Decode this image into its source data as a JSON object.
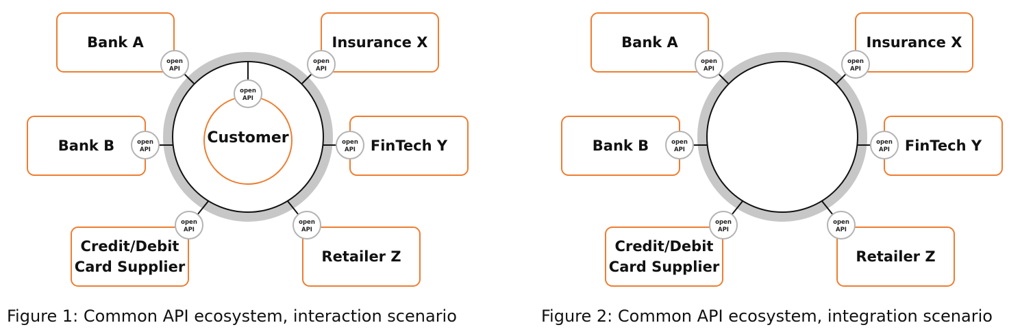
{
  "figures": [
    {
      "caption": "Figure 1: Common API ecosystem, interaction scenario",
      "center_label": "Customer",
      "center_badge": [
        "open",
        "API"
      ],
      "has_center": true
    },
    {
      "caption": "Figure 2: Common API ecosystem, integration scenario",
      "center_label": "",
      "has_center": false
    }
  ],
  "nodes": [
    {
      "id": "bank-a",
      "lines": [
        "Bank A"
      ]
    },
    {
      "id": "insurance-x",
      "lines": [
        "Insurance X"
      ]
    },
    {
      "id": "bank-b",
      "lines": [
        "Bank B"
      ]
    },
    {
      "id": "fintech-y",
      "lines": [
        "FinTech Y"
      ]
    },
    {
      "id": "card-supplier",
      "lines": [
        "Credit/Debit",
        "Card Supplier"
      ]
    },
    {
      "id": "retailer-z",
      "lines": [
        "Retailer Z"
      ]
    }
  ],
  "badge_label": [
    "open",
    "API"
  ],
  "colors": {
    "box_border": "#ed7d31",
    "ring_shadow": "#c7c7c7",
    "ring": "#111111",
    "badge_border": "#b3b3b3"
  }
}
